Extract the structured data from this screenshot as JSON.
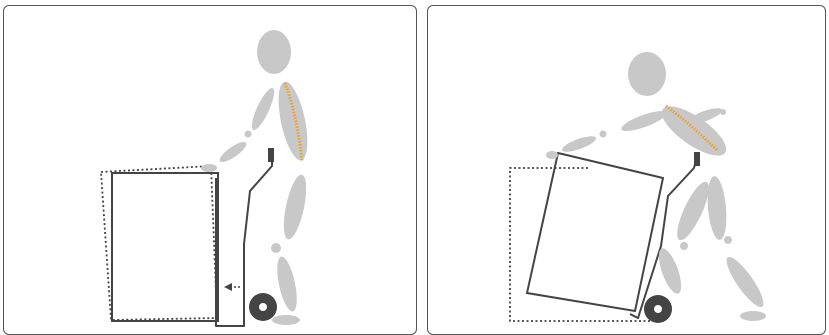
{
  "figure": {
    "panels": [
      {
        "id": "left",
        "scene": "upright-posture-tilting-box-onto-hand-truck"
      },
      {
        "id": "right",
        "scene": "leaning-posture-pushing-tilted-box-on-hand-truck"
      }
    ]
  },
  "colors": {
    "body": "#c8c8c8",
    "spine": "#f0a030",
    "outline": "#444444",
    "wheel": "#444444",
    "border": "#555555",
    "background": "#ffffff"
  },
  "icons": [
    "arrow-left-icon",
    "wheel-icon",
    "handle-grip-icon"
  ]
}
